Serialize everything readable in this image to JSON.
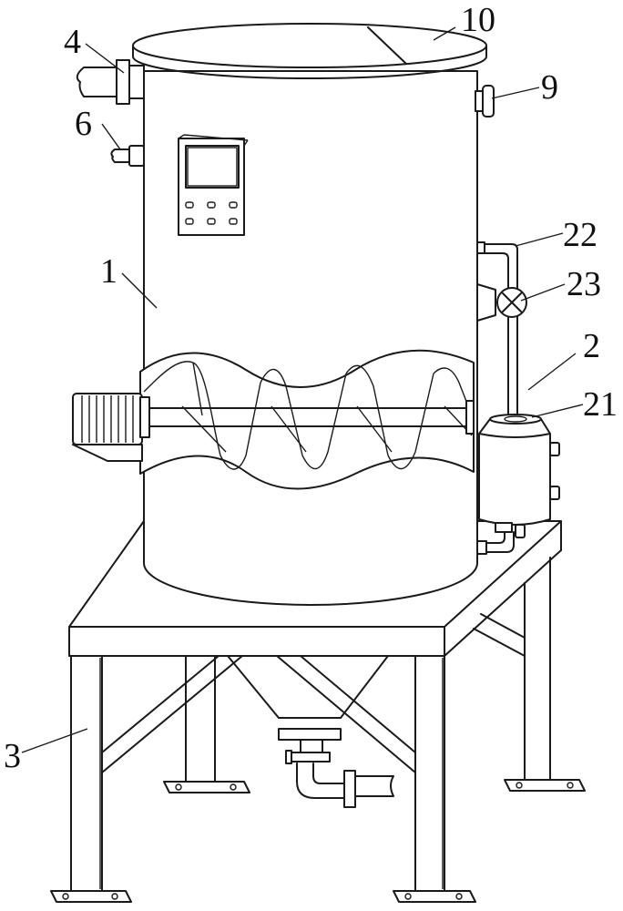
{
  "labels": {
    "tank": "1",
    "dust_collector": "2",
    "support_frame": "3",
    "feed_pipe": "4",
    "inlet_nozzle": "6",
    "side_fitting": "9",
    "lid": "10",
    "collector_body": "21",
    "connecting_pipe": "22",
    "valve": "23"
  }
}
